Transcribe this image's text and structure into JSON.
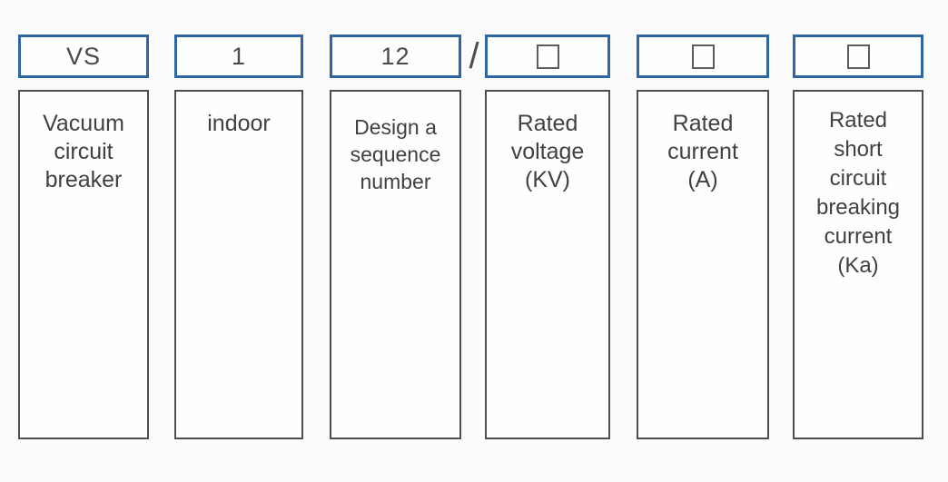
{
  "colors": {
    "header_border": "#2e66a3",
    "body_border": "#4e4e4e",
    "text": "#414141",
    "background": "#fbfbfb"
  },
  "separator": "/",
  "columns": [
    {
      "code": "VS",
      "symbol": "",
      "label_lines": [
        "Vacuum",
        "circuit",
        "breaker"
      ]
    },
    {
      "code": "1",
      "symbol": "",
      "label_lines": [
        "indoor"
      ]
    },
    {
      "code": "12",
      "symbol": "",
      "label_lines": [
        "Design a",
        "sequence",
        "number"
      ]
    },
    {
      "code": "",
      "symbol": "empty-square",
      "label_lines": [
        "Rated",
        "voltage",
        "(KV)"
      ]
    },
    {
      "code": "",
      "symbol": "empty-square",
      "label_lines": [
        "Rated",
        "current",
        "(A)"
      ]
    },
    {
      "code": "",
      "symbol": "empty-square",
      "label_lines": [
        "Rated",
        "short",
        "circuit",
        "breaking",
        "current",
        "(Ka)"
      ]
    }
  ]
}
